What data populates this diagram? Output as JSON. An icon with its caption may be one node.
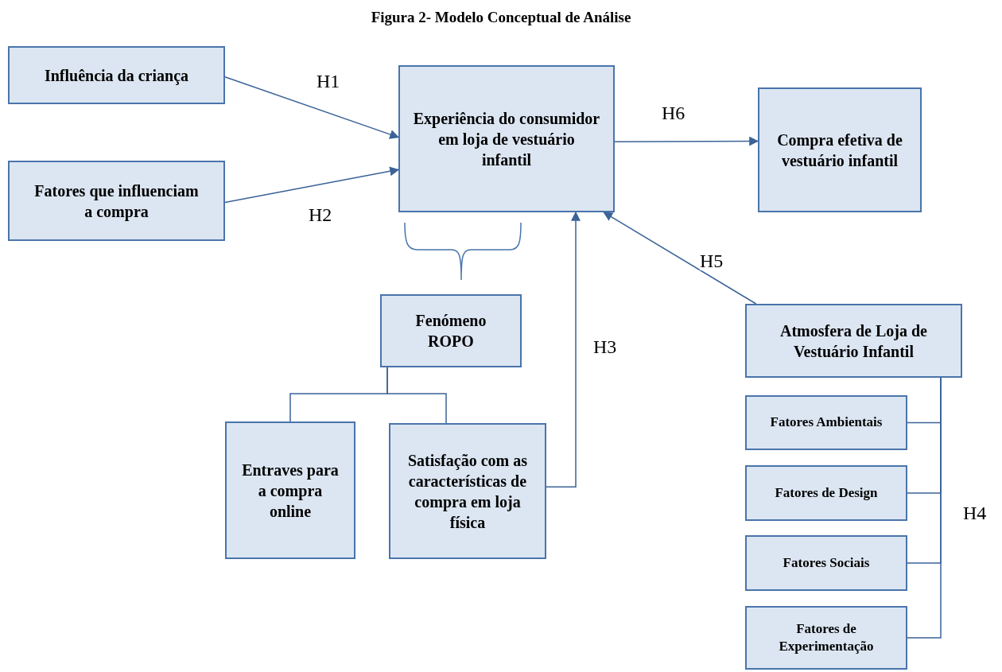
{
  "diagram": {
    "title": "Figura 2- Modelo Conceptual de Análise",
    "nodes": [
      {
        "text": [
          "Influência da criança"
        ]
      },
      {
        "text": [
          "Fatores que influenciam a compra"
        ]
      },
      {
        "text": [
          "Experiência do consumidor em loja de vestuário infantil"
        ]
      },
      {
        "text": [
          "Compra efetiva de vestuário infantil"
        ]
      },
      {
        "text": [
          "Fenómeno ROPO"
        ]
      },
      {
        "text": [
          "Entraves para a compra online"
        ]
      },
      {
        "text": [
          "Satisfação com as características de compra em loja física"
        ]
      },
      {
        "text": [
          "Atmosfera de Loja de Vestuário Infantil"
        ]
      },
      {
        "text": [
          "Fatores Ambientais"
        ]
      },
      {
        "text": [
          "Fatores de Design"
        ]
      },
      {
        "text": [
          "Fatores Sociais"
        ]
      },
      {
        "text": [
          "Fatores de Experimentação"
        ]
      }
    ],
    "edges": [
      {
        "from": 0,
        "to": 2,
        "arrow": "to",
        "label": "H1"
      },
      {
        "from": 1,
        "to": 2,
        "arrow": "to",
        "label": "H2"
      },
      {
        "from": 2,
        "to": 3,
        "arrow": "to",
        "label": "H6"
      },
      {
        "from": 6,
        "to": 2,
        "arrow": "to",
        "label": "H3"
      },
      {
        "from": 7,
        "to": 2,
        "arrow": "to",
        "label": "H5"
      },
      {
        "from": 4,
        "to": 5,
        "arrow": "none"
      },
      {
        "from": 4,
        "to": 6,
        "arrow": "none"
      },
      {
        "from": 8,
        "to": 7,
        "arrow": "none"
      },
      {
        "from": 9,
        "to": 7,
        "arrow": "none"
      },
      {
        "from": 10,
        "to": 7,
        "arrow": "none"
      },
      {
        "from": 11,
        "to": 7,
        "arrow": "none"
      }
    ],
    "labels": [
      "H4"
    ]
  }
}
